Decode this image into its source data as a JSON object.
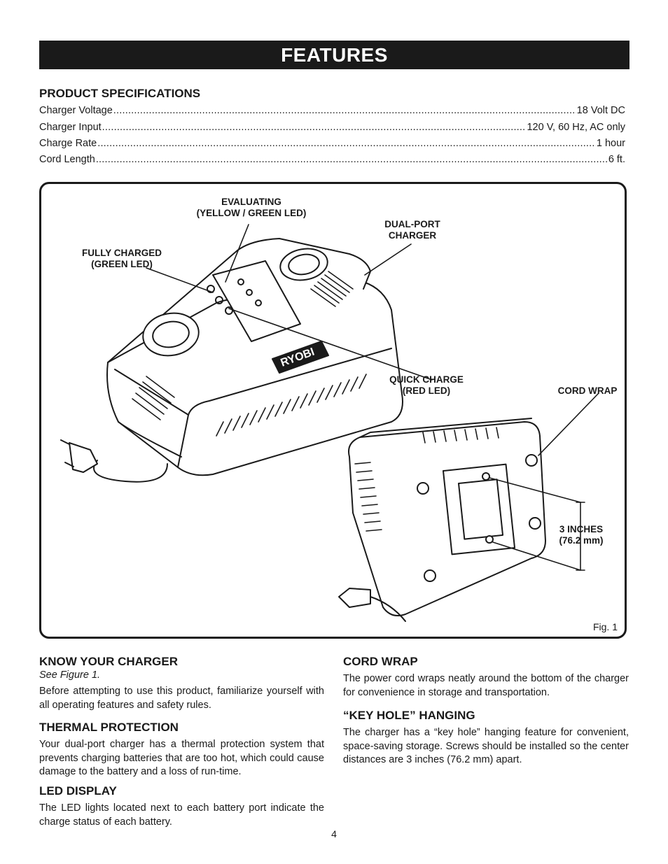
{
  "header": {
    "title": "FEATURES"
  },
  "specs": {
    "heading": "PRODUCT SPECIFICATIONS",
    "rows": [
      {
        "label": "Charger Voltage",
        "value": "18 Volt DC"
      },
      {
        "label": "Charger Input ",
        "value": " 120 V, 60 Hz, AC only"
      },
      {
        "label": "Charge Rate ",
        "value": "1 hour"
      },
      {
        "label": "Cord Length ",
        "value": "6 ft."
      }
    ]
  },
  "figure": {
    "callouts": {
      "evaluating_1": "EVALUATING",
      "evaluating_2": "(YELLOW / GREEN LED)",
      "dual_port_1": "DUAL-PORT",
      "dual_port_2": "CHARGER",
      "fully_charged_1": "FULLY CHARGED",
      "fully_charged_2": "(GREEN LED)",
      "quick_charge_1": "QUICK CHARGE",
      "quick_charge_2": "(RED LED)",
      "cord_wrap": "CORD WRAP",
      "three_inches_1": "3 INCHES",
      "three_inches_2": "(76.2 mm)"
    },
    "brand": "RYOBI",
    "caption": "Fig. 1"
  },
  "sections": {
    "know": {
      "heading": "KNOW YOUR CHARGER",
      "see": "See Figure 1.",
      "body": "Before attempting to use this product, familiarize yourself with all operating features and safety rules."
    },
    "thermal": {
      "heading": "THERMAL PROTECTION",
      "body": "Your dual-port charger has a thermal protection system that prevents charging batteries that are too hot, which could cause damage to the battery and a loss of run-time."
    },
    "led": {
      "heading": "LED DISPLAY",
      "body": "The LED lights located next to each battery port indicate the charge status of each battery."
    },
    "cord": {
      "heading": "CORD WRAP",
      "body": "The power cord wraps neatly around the bottom of the charger for convenience in storage and transportation."
    },
    "keyhole": {
      "heading": "“KEY HOLE” HANGING",
      "body": "The charger has a “key hole” hanging feature for convenient, space-saving storage. Screws should be installed so the center distances are 3 inches (76.2 mm) apart."
    }
  },
  "footer": {
    "page_number": "4"
  }
}
